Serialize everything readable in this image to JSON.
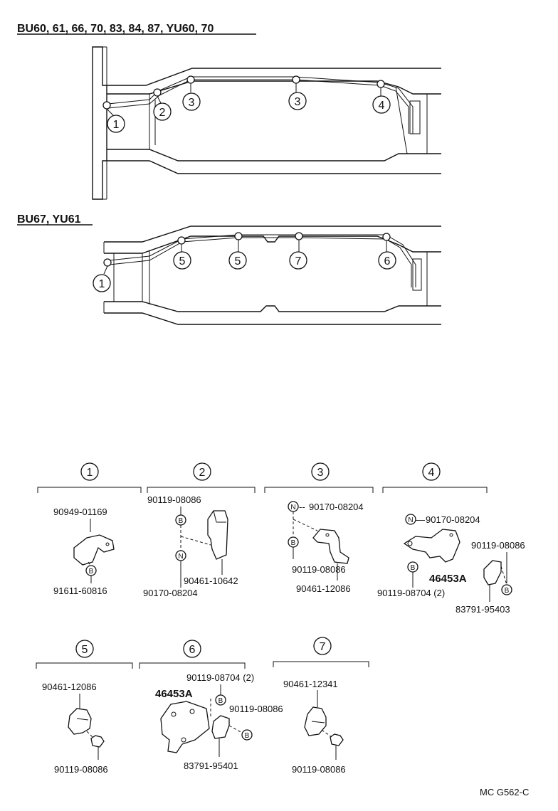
{
  "headers": {
    "top": "BU60, 61, 66, 70, 83, 84, 87, YU60, 70",
    "bottom": "BU67, YU61"
  },
  "callouts": {
    "c1": "1",
    "c2": "2",
    "c3": "3",
    "c4": "4",
    "c5": "5",
    "c6": "6",
    "c7": "7"
  },
  "groups": {
    "g1": {
      "num": "1",
      "p1": "90949-01169",
      "p2": "91611-60816",
      "b": "B"
    },
    "g2": {
      "num": "2",
      "p1": "90119-08086",
      "p2": "90461-10642",
      "p3": "90170-08204",
      "b": "B",
      "n": "N"
    },
    "g3": {
      "num": "3",
      "p1": "90170-08204",
      "p2": "90119-08086",
      "p3": "90461-12086",
      "b": "B",
      "n": "N",
      "lead": "--"
    },
    "g4": {
      "num": "4",
      "p1": "90170-08204",
      "p2": "90119-08086",
      "p3": "46453A",
      "p4": "90119-08704 (2)",
      "p5": "83791-95403",
      "b": "B",
      "n": "N",
      "lead": "—"
    },
    "g5": {
      "num": "5",
      "p1": "90461-12086",
      "p2": "90119-08086"
    },
    "g6": {
      "num": "6",
      "p1": "90119-08704 (2)",
      "p2": "46453A",
      "p3": "90119-08086",
      "p4": "83791-95401",
      "b": "B"
    },
    "g7": {
      "num": "7",
      "p1": "90461-12341",
      "p2": "90119-08086"
    }
  },
  "footer": "MC G562-C"
}
